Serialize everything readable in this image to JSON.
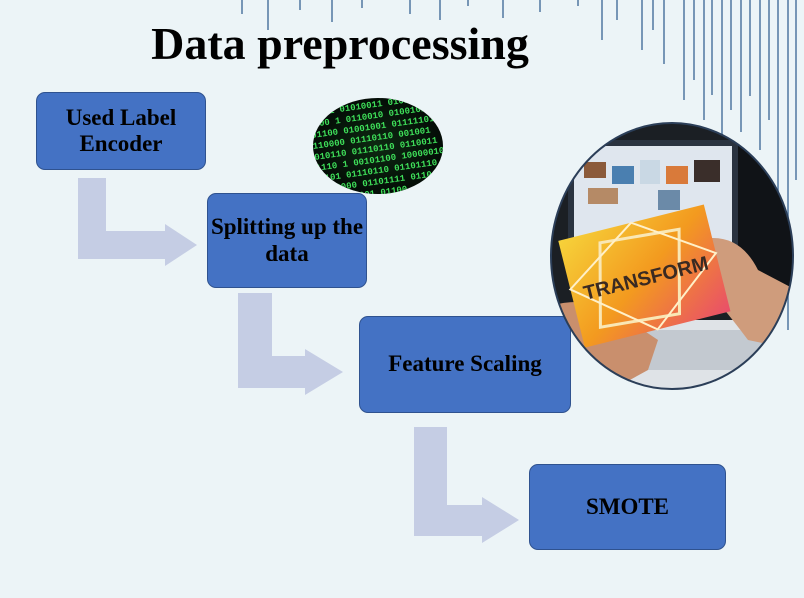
{
  "slide": {
    "title": "Data preprocessing",
    "background_color": "#ecf4f7",
    "accent_color": "#4472c4",
    "arrow_color": "#c5cde4"
  },
  "steps": [
    {
      "label": "Used Label Encoder"
    },
    {
      "label": "Splitting up the data"
    },
    {
      "label": "Feature Scaling"
    },
    {
      "label": "SMOTE"
    }
  ],
  "images": {
    "binary_code": {
      "icon": "binary-code-image"
    },
    "transform_photo": {
      "icon": "transform-photo",
      "sign_text": "TRANSFORM"
    }
  }
}
